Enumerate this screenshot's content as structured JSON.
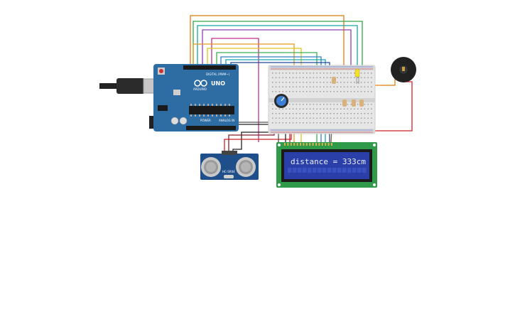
{
  "arduino": {
    "model": "UNO",
    "brand": "ARDUINO",
    "header_label": "DIGITAL (PWM~)",
    "power_label": "POWER",
    "analog_label": "ANALOG IN"
  },
  "lcd": {
    "text": "distance = 333cm"
  },
  "sensor": {
    "label": "HC-SR04"
  },
  "colors": {
    "arduino_board": "#2e6ca4",
    "lcd_bezel": "#2f9a4a",
    "lcd_screen": "#2b3fa8",
    "sensor_board": "#1f4f8a",
    "breadboard": "#e6e6e6",
    "buzzer": "#222222"
  }
}
